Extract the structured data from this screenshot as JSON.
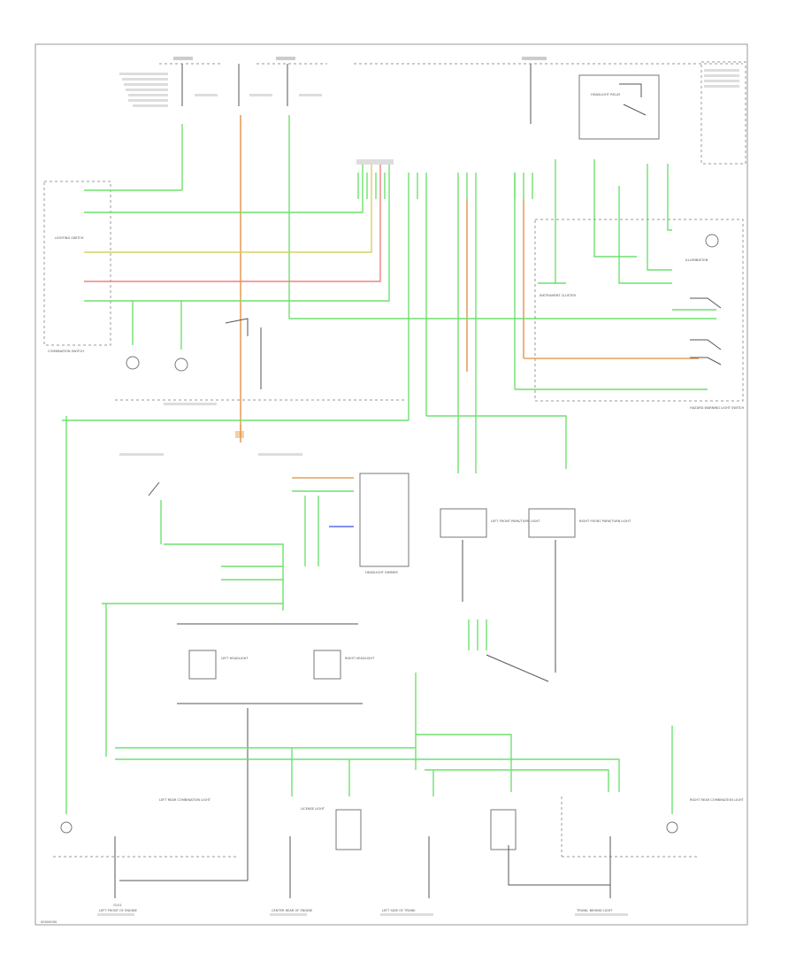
{
  "page_ref": "00000000",
  "components": {
    "left_switch_group": "COMBINATION SWITCH",
    "lighting_switch": "LIGHTING SWITCH",
    "illumination": "ILLUMINATION",
    "instrument_cluster": "INSTRUMENT CLUSTER",
    "relay_main": "HEADLIGHT RELAY",
    "hazard": "HAZARD WARNING LIGHT SWITCH",
    "dimmer": "HEADLIGHT DIMMER",
    "left_headlight": "LEFT HEADLIGHT",
    "right_headlight": "RIGHT HEADLIGHT",
    "left_front_park": "LEFT FRONT PARK/TURN LIGHT",
    "right_front_park": "RIGHT FRONT PARK/TURN LIGHT",
    "left_rear": "LEFT REAR COMBINATION LIGHT",
    "right_rear": "RIGHT REAR COMBINATION LIGHT",
    "license": "LICENSE LIGHT",
    "ground_left": "LEFT FRONT OF ENGINE",
    "ground_center": "CENTER REAR OF ENGINE",
    "ground_trunk": "LEFT SIDE OF TRUNK",
    "ground_rear": "TRUNK, BEHIND LIGHT",
    "ground_g": "G101"
  }
}
